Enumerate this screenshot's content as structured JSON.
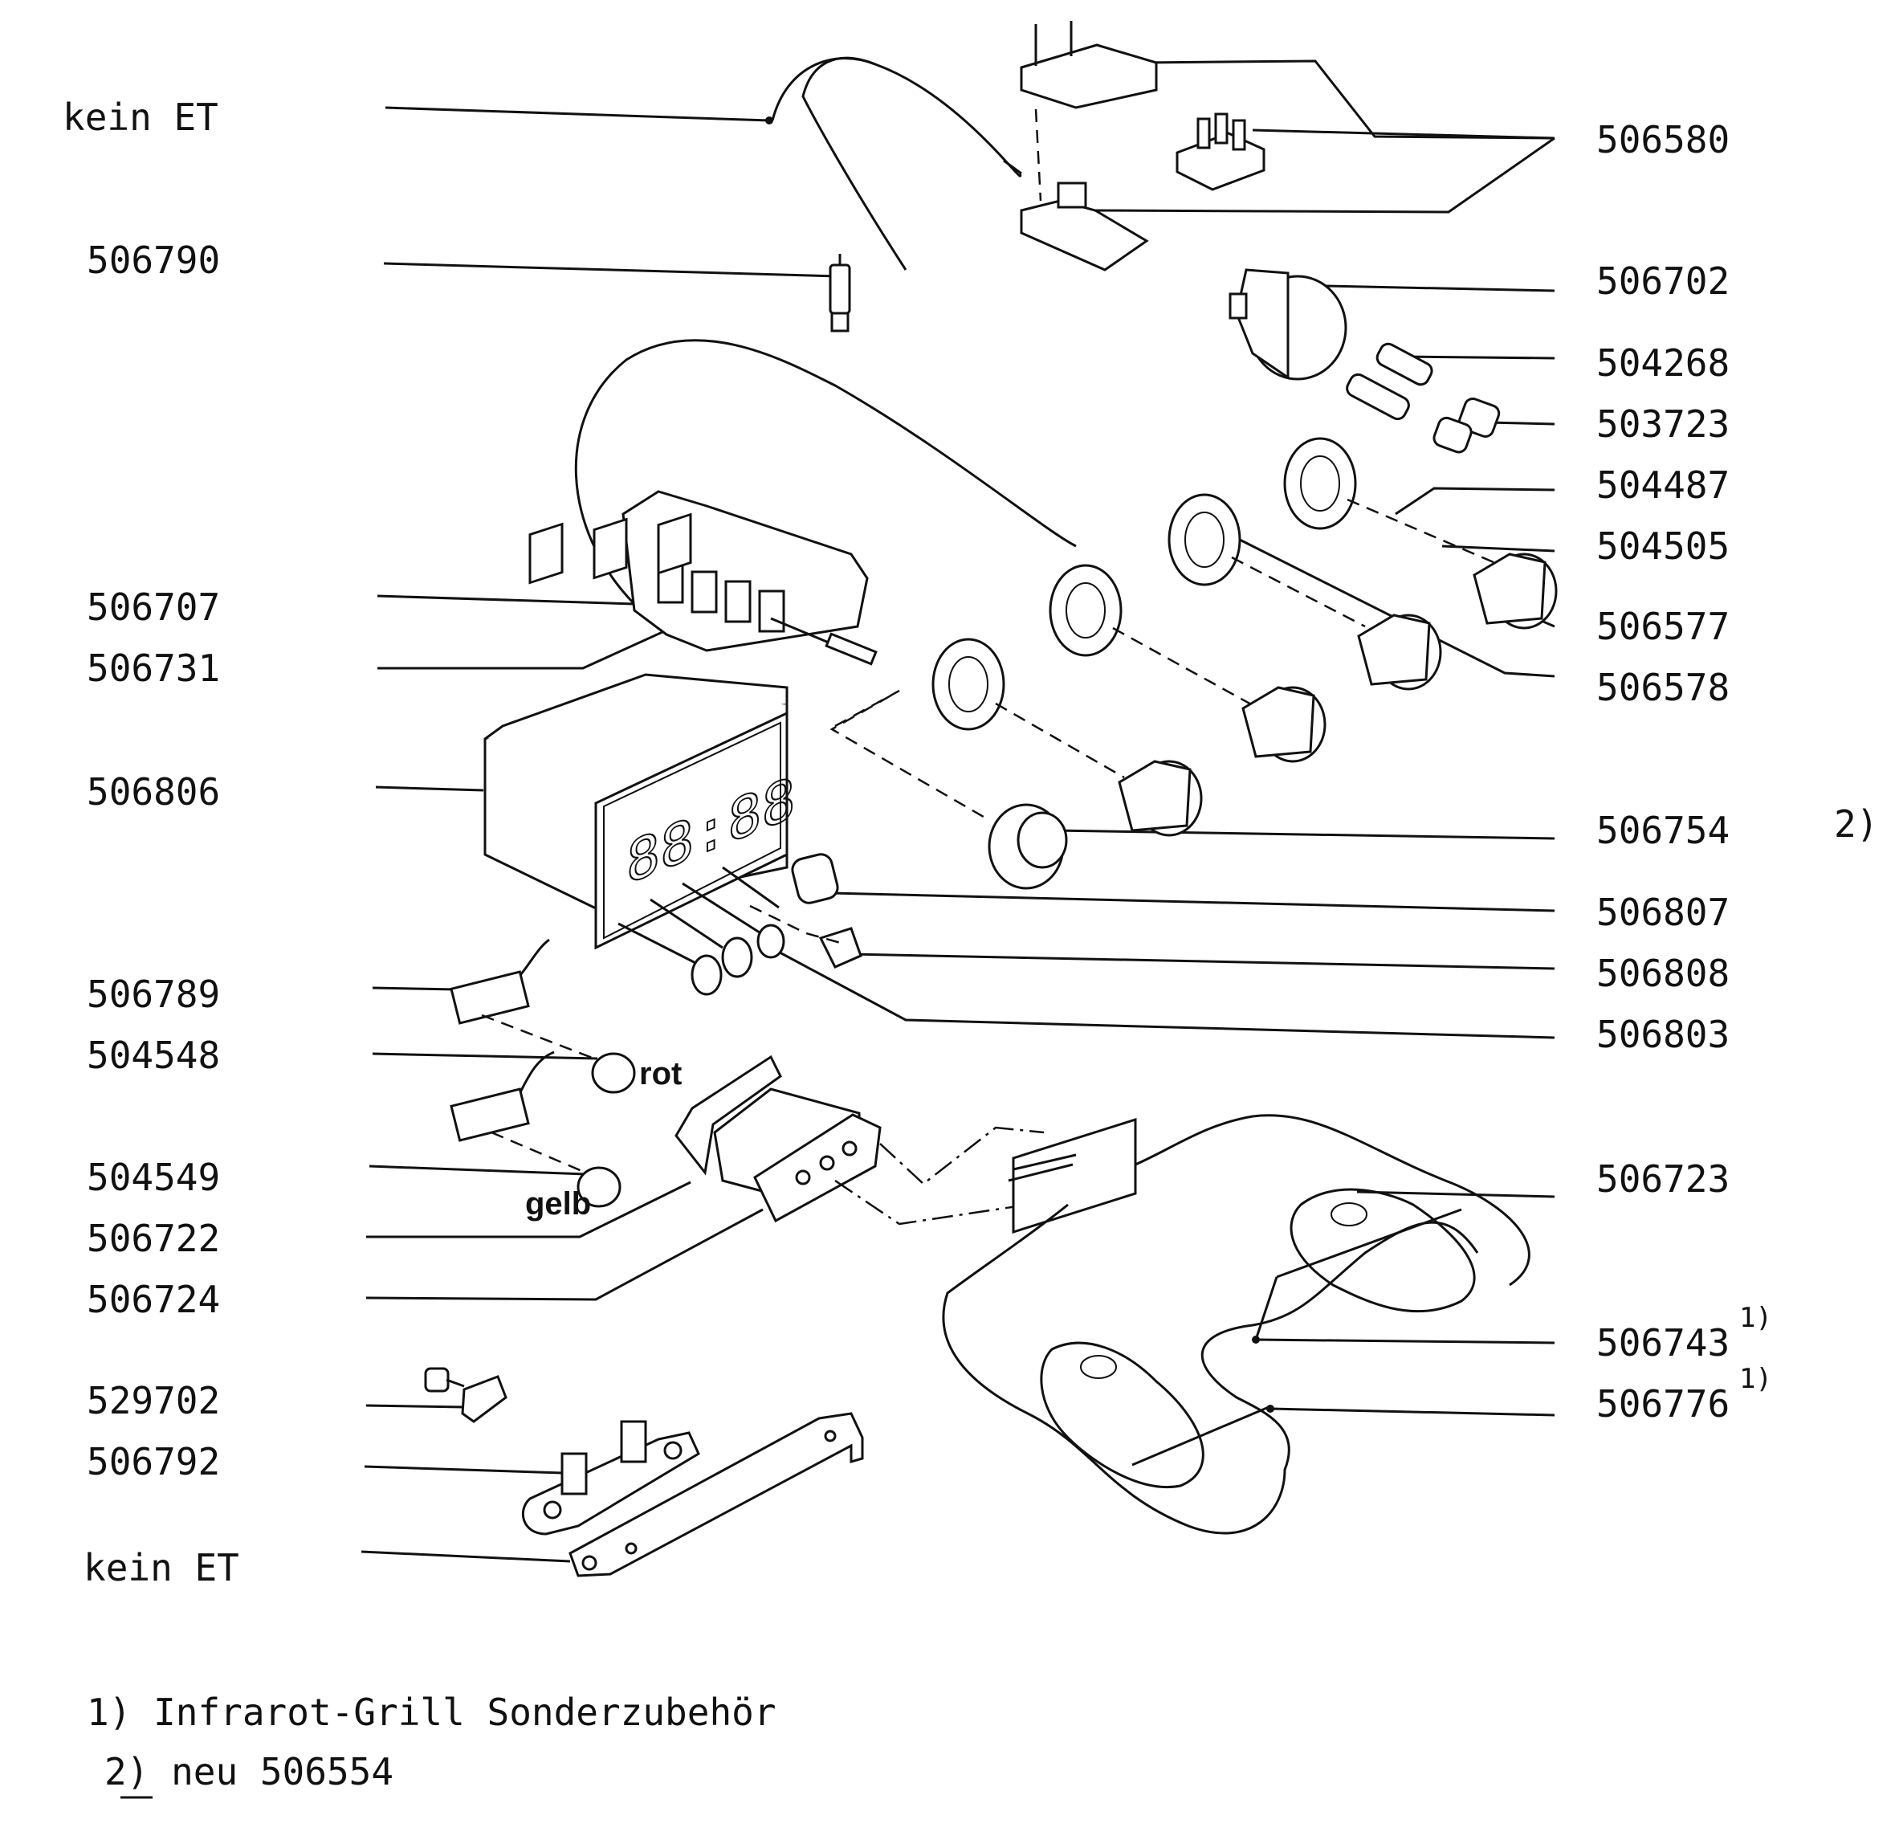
{
  "labels_left": [
    {
      "id": "kein-et-top",
      "text": "kein ET"
    },
    {
      "id": "506790",
      "text": "506790"
    },
    {
      "id": "506707",
      "text": "506707"
    },
    {
      "id": "506731",
      "text": "506731"
    },
    {
      "id": "506806",
      "text": "506806"
    },
    {
      "id": "506789",
      "text": "506789"
    },
    {
      "id": "504548",
      "text": "504548"
    },
    {
      "id": "504549",
      "text": "504549"
    },
    {
      "id": "506722",
      "text": "506722"
    },
    {
      "id": "506724",
      "text": "506724"
    },
    {
      "id": "529702",
      "text": "529702"
    },
    {
      "id": "506792",
      "text": "506792"
    },
    {
      "id": "kein-et-bottom",
      "text": "kein ET"
    }
  ],
  "labels_right": [
    {
      "id": "506580",
      "text": "506580"
    },
    {
      "id": "506702",
      "text": "506702"
    },
    {
      "id": "504268",
      "text": "504268"
    },
    {
      "id": "503723",
      "text": "503723"
    },
    {
      "id": "504487",
      "text": "504487"
    },
    {
      "id": "504505",
      "text": "504505"
    },
    {
      "id": "506577",
      "text": "506577"
    },
    {
      "id": "506578",
      "text": "506578"
    },
    {
      "id": "506754",
      "text": "506754"
    },
    {
      "id": "506807",
      "text": "506807"
    },
    {
      "id": "506808",
      "text": "506808"
    },
    {
      "id": "506803",
      "text": "506803"
    },
    {
      "id": "506723",
      "text": "506723"
    },
    {
      "id": "506743",
      "text": "506743"
    },
    {
      "id": "506776",
      "text": "506776"
    }
  ],
  "marks": {
    "footnote_1": "1)",
    "footnote_2": "2)"
  },
  "colors": {
    "rot": "rot",
    "gelb": "gelb"
  },
  "display_digits": "88:88",
  "notes": {
    "line1": "1) Infrarot-Grill Sonderzubehör",
    "line2": "2) neu  506554"
  }
}
